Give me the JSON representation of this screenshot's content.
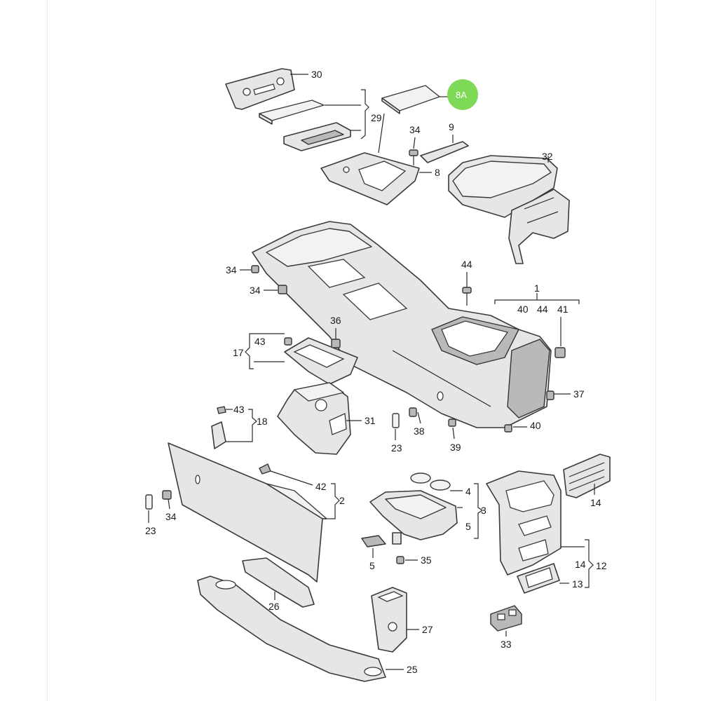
{
  "labels": {
    "l30": "30",
    "l8A": "8A",
    "l29": "29",
    "l34a": "34",
    "l9": "9",
    "l8": "8",
    "l32": "32",
    "l34b": "34",
    "l34c": "34",
    "l44": "44",
    "l1": "1",
    "l40a": "40",
    "l44b": "44",
    "l41": "41",
    "l36": "36",
    "l43a": "43",
    "l17": "17",
    "l37": "37",
    "l31": "31",
    "l43b": "43",
    "l18": "18",
    "l38": "38",
    "l40b": "40",
    "l23a": "23",
    "l39": "39",
    "l4": "4",
    "l42": "42",
    "l2": "2",
    "l3": "3",
    "l5a": "5",
    "l14a": "14",
    "l23b": "23",
    "l34d": "34",
    "l5b": "5",
    "l35": "35",
    "l14b": "14",
    "l12": "12",
    "l13": "13",
    "l26": "26",
    "l27": "27",
    "l33": "33",
    "l25": "25"
  },
  "colors": {
    "highlight": "#7ed957",
    "part_fill": "#e6e6e6",
    "outline": "#3a3a3a"
  }
}
